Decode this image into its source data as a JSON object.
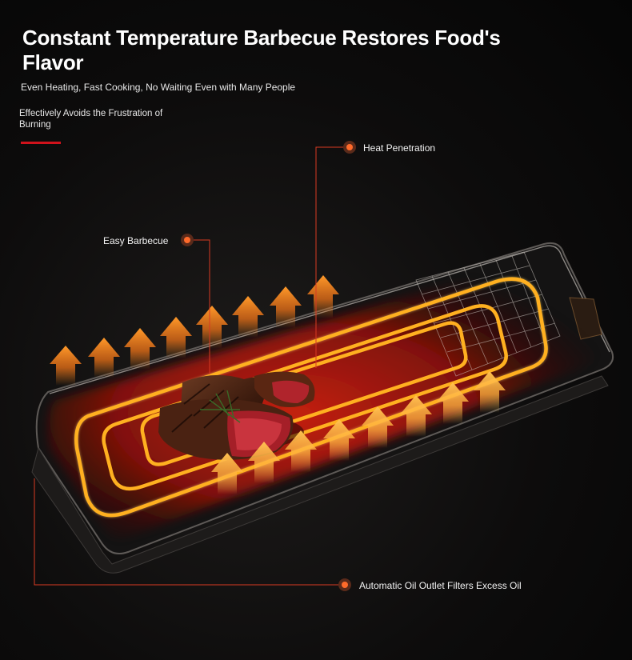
{
  "header": {
    "title": "Constant Temperature Barbecue Restores Food's Flavor",
    "subtitle": "Even Heating, Fast Cooking, No Waiting Even with Many People",
    "note": "Effectively Avoids the Frustration of Burning"
  },
  "callouts": {
    "heat_penetration": "Heat Penetration",
    "easy_barbecue": "Easy Barbecue",
    "oil_outlet": "Automatic Oil Outlet Filters Excess Oil"
  },
  "colors": {
    "accent_red": "#d0121b",
    "callout_dot": "#ff6a2a",
    "heating_coil": "#ffb020",
    "heat_arrow": "#ff8a1e",
    "heat_glow": "#c81c0c"
  }
}
